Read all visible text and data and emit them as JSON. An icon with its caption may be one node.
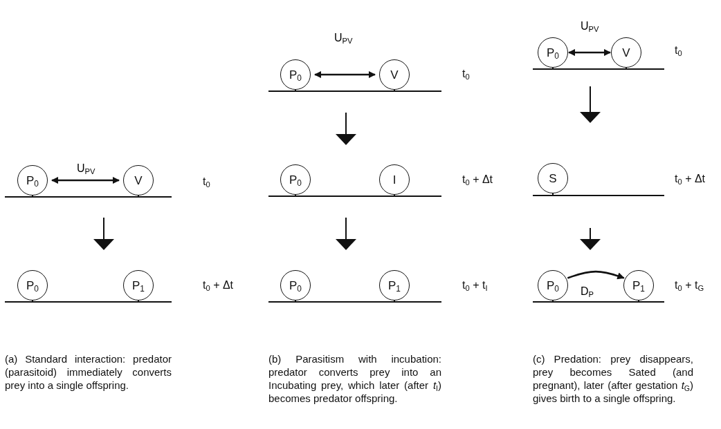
{
  "diagram": {
    "nodes": [
      {
        "text": [
          "P$_{0}$"
        ]
      },
      {
        "text": [
          "V"
        ]
      },
      {
        "text": [
          "P$_{0}$"
        ]
      },
      {
        "text": [
          "P$_{1}$"
        ]
      },
      {
        "text": [
          "P$_{0}$"
        ]
      },
      {
        "text": [
          "V"
        ]
      },
      {
        "text": [
          "P$_{0}$"
        ]
      },
      {
        "text": [
          "I"
        ]
      },
      {
        "text": [
          "P$_{0}$"
        ]
      },
      {
        "text": [
          "P$_{1}$"
        ]
      },
      {
        "text": [
          "P$_{0}$"
        ]
      },
      {
        "text": [
          "V"
        ]
      },
      {
        "text": [
          "S"
        ]
      },
      {
        "text": [
          "P$_{0}$"
        ]
      },
      {
        "text": [
          "P$_{1}$"
        ]
      }
    ],
    "edges": [
      {
        "from": 0,
        "to": 1,
        "arrow": "both",
        "label": "U$_{PV}$"
      },
      {
        "from": 4,
        "to": 5,
        "arrow": "both",
        "label": "U$_{PV}$"
      },
      {
        "from": 10,
        "to": 11,
        "arrow": "both",
        "label": "U$_{PV}$"
      },
      {
        "from": 13,
        "to": 14,
        "arrow": "to",
        "label": "D$_{P}$"
      }
    ],
    "labels": [
      "t$_{0}$",
      "t$_{0}$ + Δt",
      "(a) Standard interaction: predator (parasitoid) immediately converts prey into a single offspring.",
      "t$_{0}$",
      "t$_{0}$ + Δt",
      "t$_{0}$ + t$_{I}$",
      "(b) Parasitism with incubation: predator converts prey into an Incubating prey, which later (after *t*$_{I}$) becomes predator offspring.",
      "t$_{0}$",
      "t$_{0}$ + Δt",
      "t$_{0}$ + t$_{G}$",
      "(c) Predation: prey disappears, prey becomes Sated (and pregnant), later (after gestation *t*$_{G}$) gives birth to a single offspring."
    ]
  }
}
